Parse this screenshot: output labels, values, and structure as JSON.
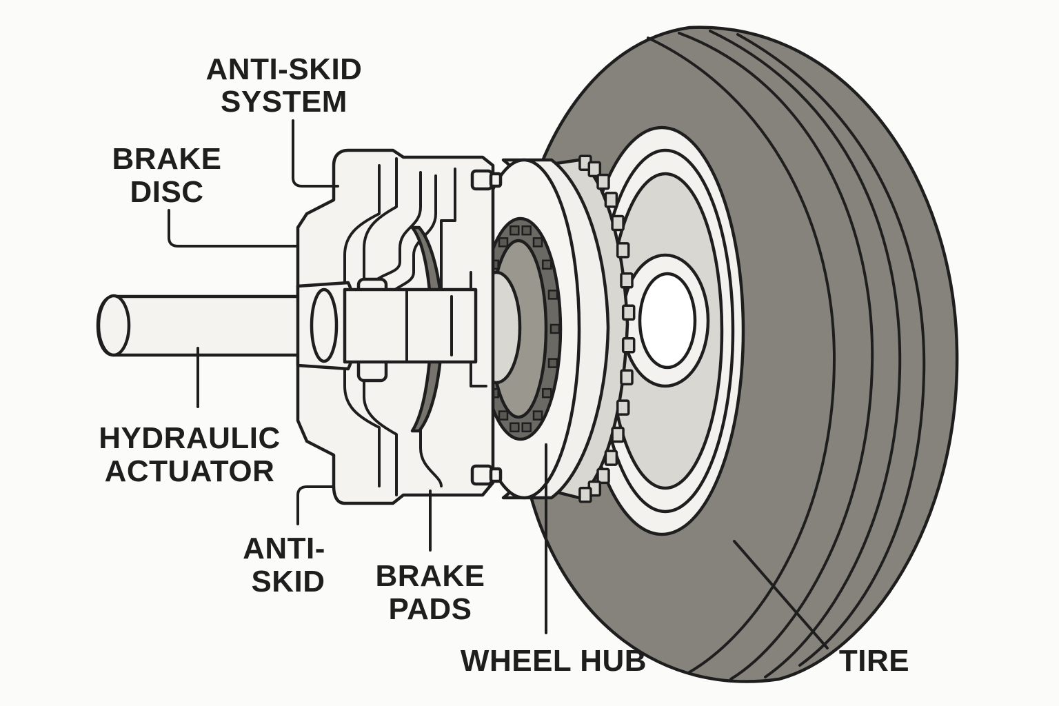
{
  "labels": {
    "anti_skid_system": [
      "ANTI-SKID",
      "SYSTEM"
    ],
    "brake_disc": [
      "BRAKE",
      "DISC"
    ],
    "hydraulic_actuator": [
      "HYDRAULIC",
      "ACTUATOR"
    ],
    "anti_skid": [
      "ANTI-",
      "SKID"
    ],
    "brake_pads": [
      "BRAKE",
      "PADS"
    ],
    "wheel_hub": "WHEEL HUB",
    "tire": "TIRE"
  },
  "colors": {
    "outline": "#1e1e1e",
    "background": "#fbfbf9",
    "tire": "#86837c",
    "hub_dark": "#6b6964",
    "hub_light": "#d9d7d1",
    "metal_light": "#f3f2ee"
  }
}
